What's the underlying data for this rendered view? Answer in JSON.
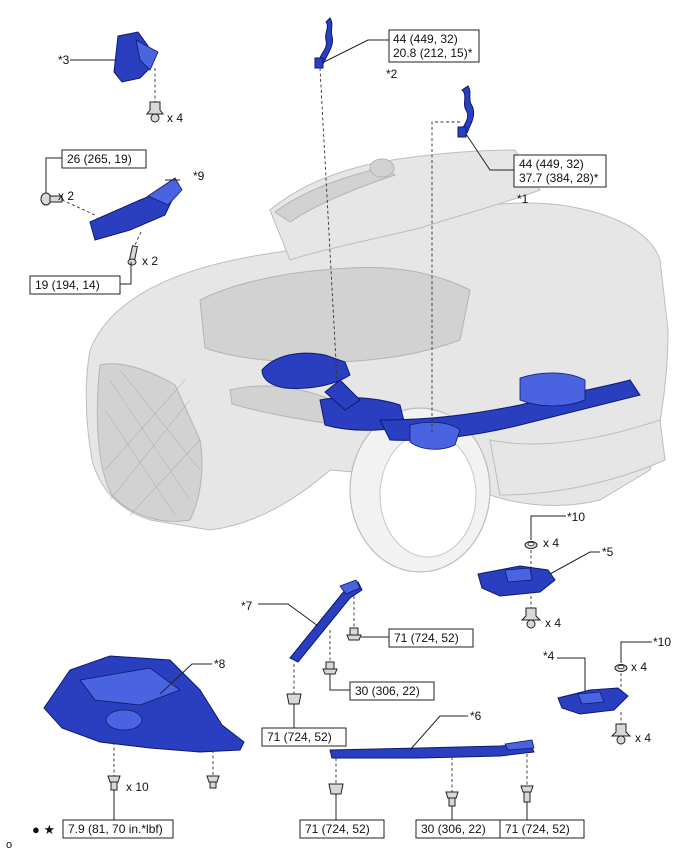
{
  "callouts": {
    "p1": "*1",
    "p2": "*2",
    "p3": "*3",
    "p4": "*4",
    "p5": "*5",
    "p6": "*6",
    "p7": "*7",
    "p8": "*8",
    "p9": "*9",
    "p10a": "*10",
    "p10b": "*10"
  },
  "torque": {
    "t2_line1": "44 (449, 32)",
    "t2_line2": "20.8 (212, 15)*",
    "t1_line1": "44 (449, 32)",
    "t1_line2": "37.7 (384, 28)*",
    "t9_top": "26 (265, 19)",
    "t9_bottom": "19 (194, 14)",
    "t7_right": "71 (724, 52)",
    "t7_mid": "30 (306, 22)",
    "t7_left": "71 (724, 52)",
    "t6_left": "71 (724, 52)",
    "t6_mid": "30 (306, 22)",
    "t6_right": "71 (724, 52)",
    "t8": "7.9 (81, 70 in.*lbf)"
  },
  "qty": {
    "q3": "x 4",
    "q9a": "x 2",
    "q9b": "x 2",
    "q10a": "x 4",
    "q5": "x 4",
    "q10b": "x 4",
    "q4": "x 4",
    "q8": "x 10"
  },
  "legend": {
    "symbols": "● ★",
    "corner": "o"
  },
  "colors": {
    "part_blue": "#2a3fc0",
    "vehicle_gray": "#e6e6e6"
  }
}
